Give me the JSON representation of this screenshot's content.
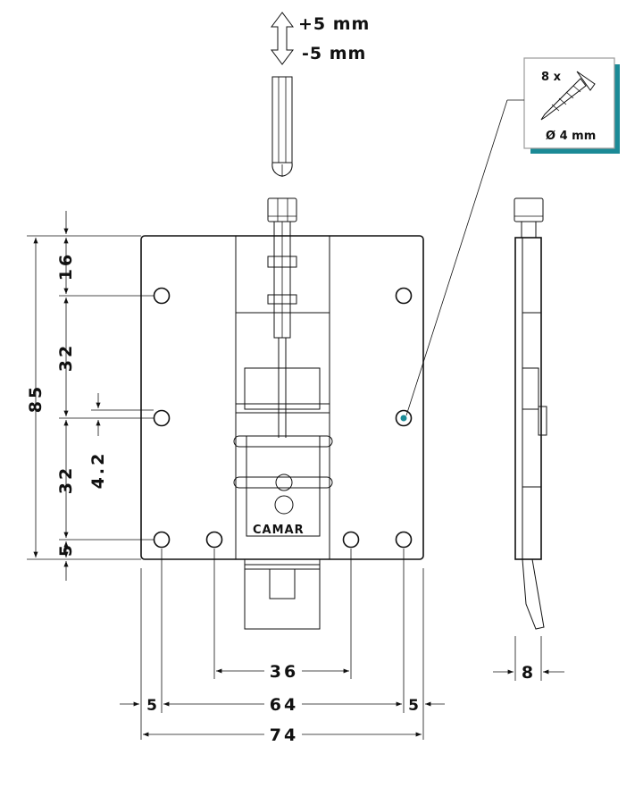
{
  "adjustment": {
    "plus": "+5 mm",
    "minus": "-5 mm"
  },
  "screw_box": {
    "count": "8 x",
    "diameter": "Ø 4 mm",
    "accent_color": "#1b8a96"
  },
  "brand": "CAMAR",
  "dimensions": {
    "height_total": "85",
    "top_offset": "16",
    "upper_spacing": "32",
    "lower_spacing": "32",
    "bottom_offset": "5",
    "slot_height": "4.2",
    "inner_width": "36",
    "hole_spacing_width": "64",
    "left_margin": "5",
    "right_margin": "5",
    "total_width": "74",
    "depth": "8"
  },
  "colors": {
    "line": "#111111",
    "accent": "#1b8a96",
    "shadow": "#1b8a96"
  }
}
